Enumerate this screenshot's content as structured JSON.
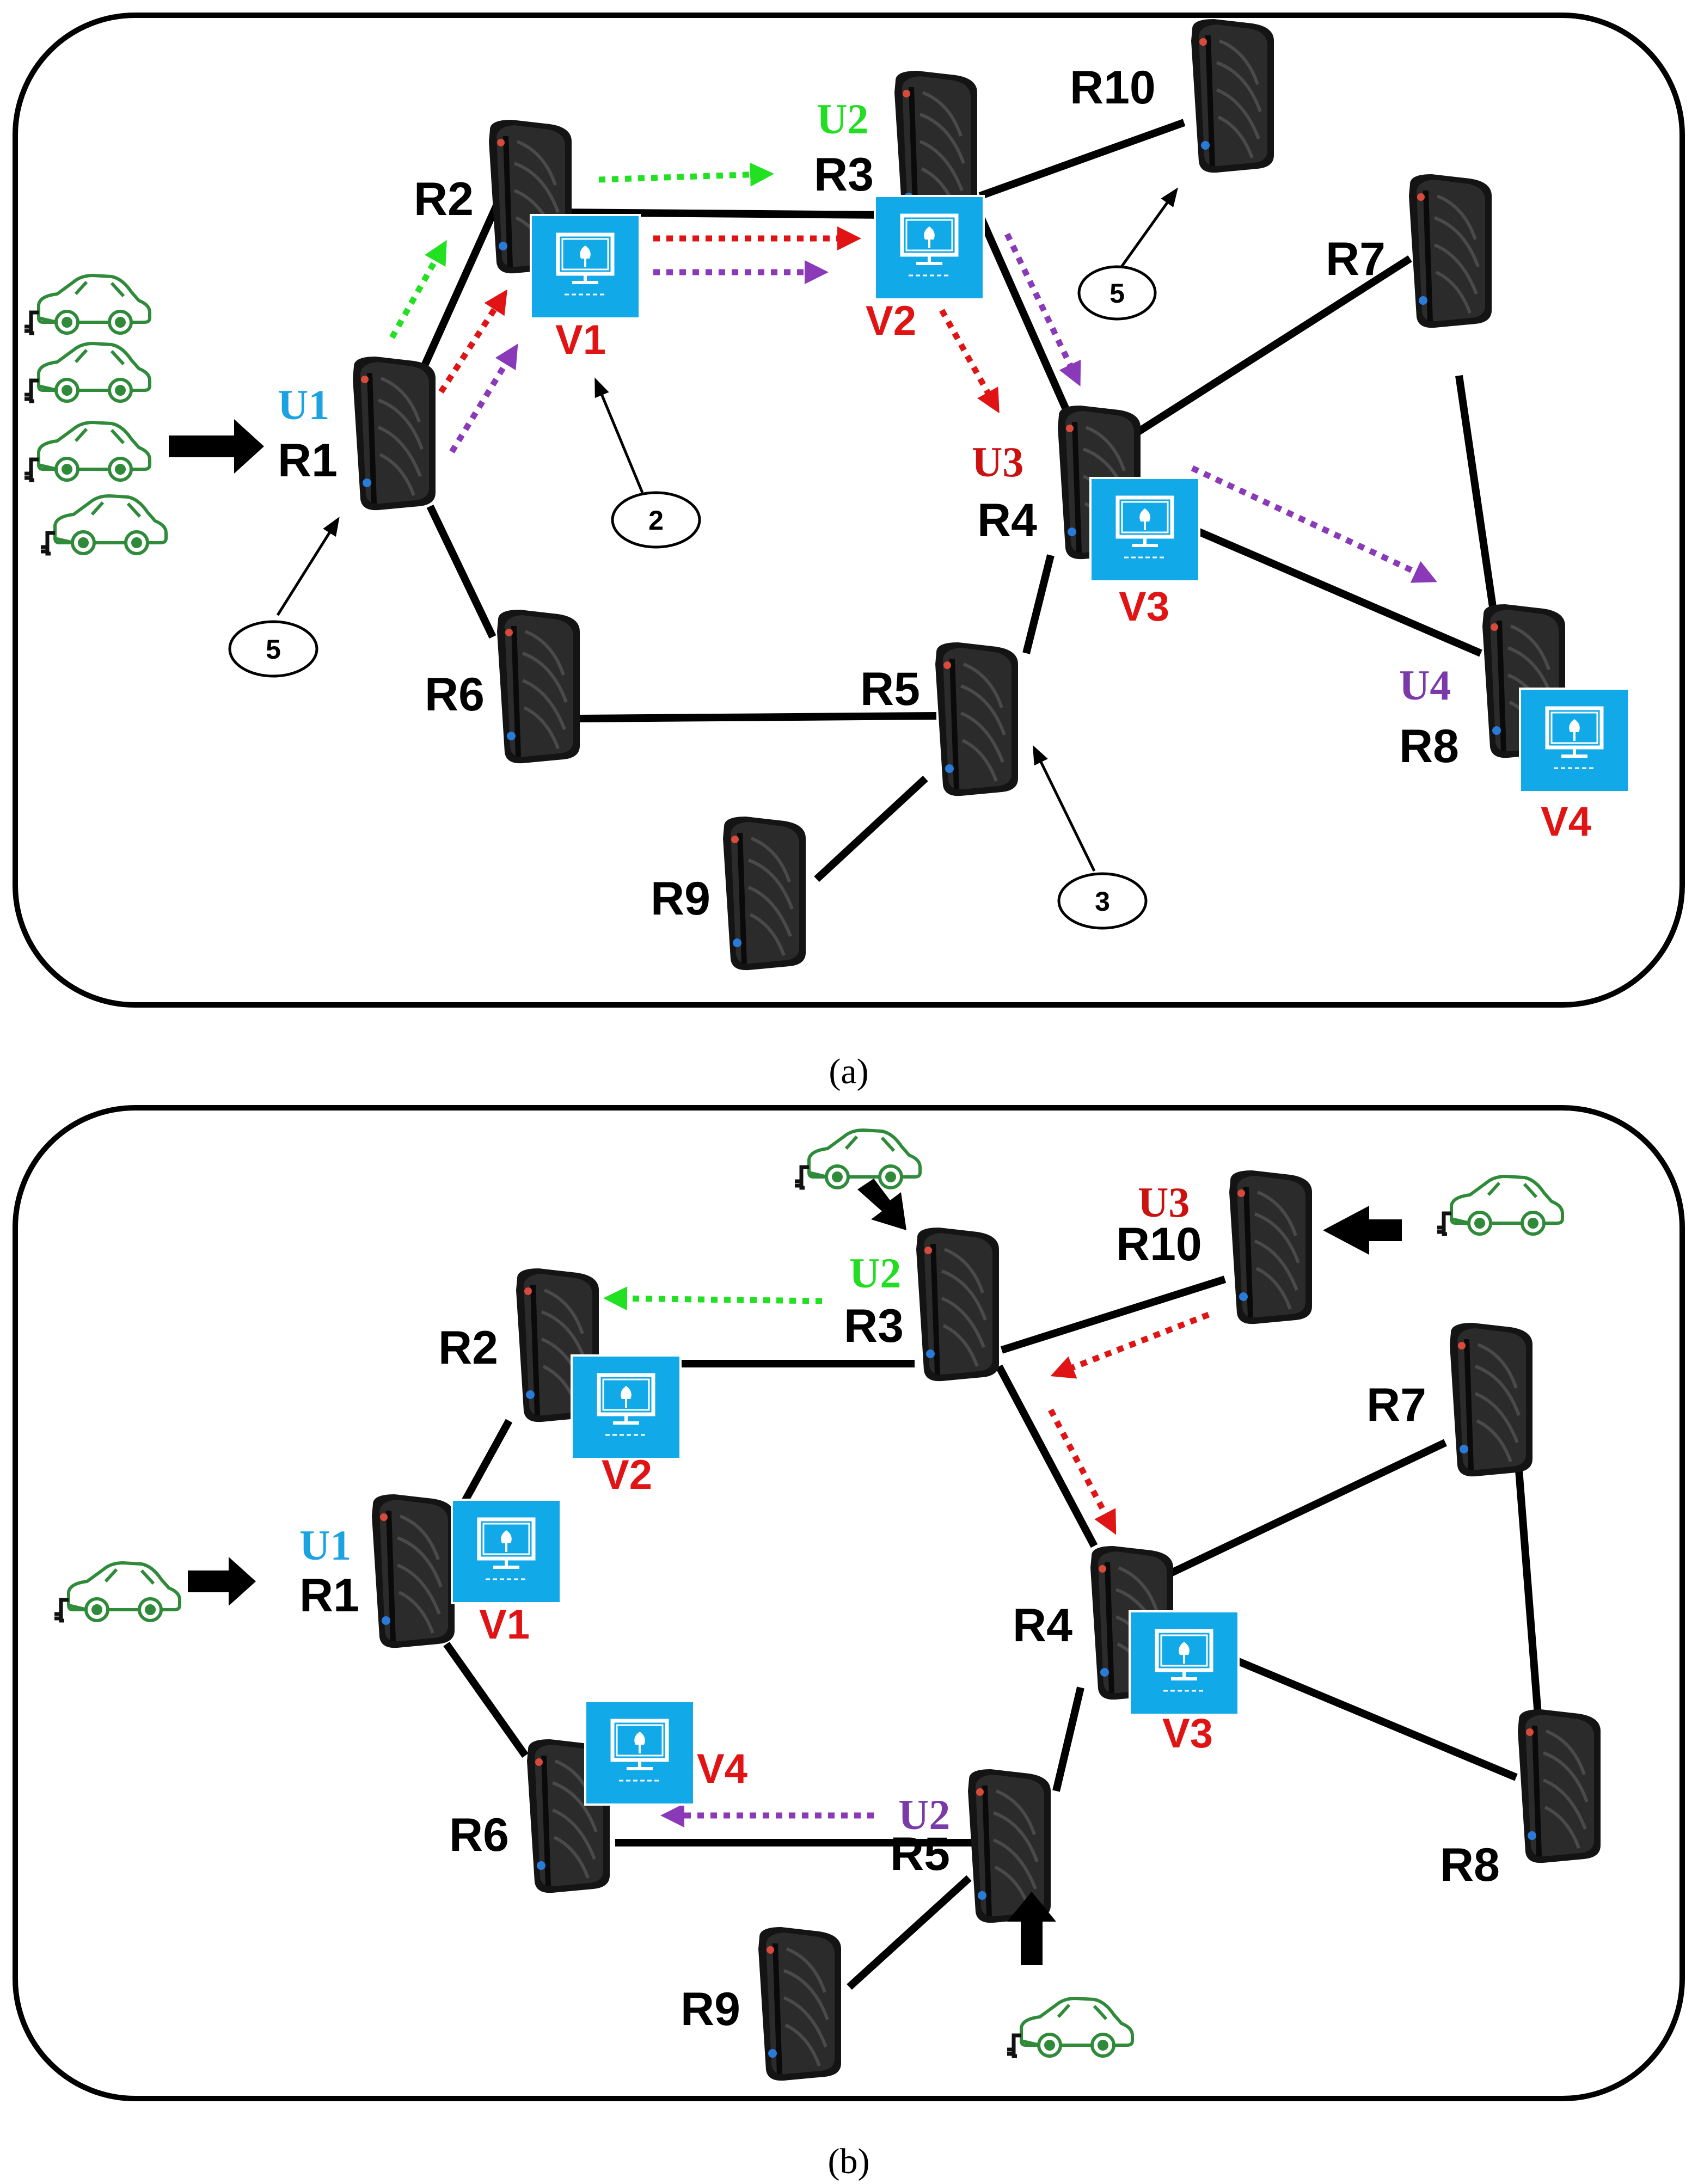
{
  "captions": {
    "a": "(a)",
    "b": "(b)"
  },
  "colors": {
    "U1": "#1aa3e0",
    "U2": "#22dd22",
    "U3": "#cc1111",
    "U4": "#7a3aa8",
    "vm_box": "#12a9e8",
    "vm_label": "#e01414",
    "car": "#2f8a3a",
    "arrow_green": "#22e022",
    "arrow_red": "#e01414",
    "arrow_purple": "#8a3ab8"
  },
  "icons": {
    "router": "router-icon",
    "vm": "vm-monitor-icon",
    "car": "electric-car-icon"
  },
  "panel_a": {
    "routers": [
      {
        "id": "R1",
        "label": "R1"
      },
      {
        "id": "R2",
        "label": "R2"
      },
      {
        "id": "R3",
        "label": "R3"
      },
      {
        "id": "R4",
        "label": "R4"
      },
      {
        "id": "R5",
        "label": "R5"
      },
      {
        "id": "R6",
        "label": "R6"
      },
      {
        "id": "R7",
        "label": "R7"
      },
      {
        "id": "R8",
        "label": "R8"
      },
      {
        "id": "R9",
        "label": "R9"
      },
      {
        "id": "R10",
        "label": "R10"
      }
    ],
    "users": [
      {
        "label": "U1",
        "router": "R1"
      },
      {
        "label": "U2",
        "router": "R3"
      },
      {
        "label": "U3",
        "router": "R4"
      },
      {
        "label": "U4",
        "router": "R8"
      }
    ],
    "vms": [
      {
        "label": "V1",
        "router": "R2"
      },
      {
        "label": "V2",
        "router": "R3"
      },
      {
        "label": "V3",
        "router": "R4"
      },
      {
        "label": "V4",
        "router": "R8"
      }
    ],
    "hop_markers": [
      "5",
      "2",
      "5",
      "3"
    ],
    "links": [
      [
        "R1",
        "R2"
      ],
      [
        "R2",
        "R3"
      ],
      [
        "R3",
        "R10"
      ],
      [
        "R3",
        "R4"
      ],
      [
        "R4",
        "R7"
      ],
      [
        "R4",
        "R8"
      ],
      [
        "R7",
        "R8"
      ],
      [
        "R4",
        "R5"
      ],
      [
        "R1",
        "R6"
      ],
      [
        "R6",
        "R5"
      ],
      [
        "R5",
        "R9"
      ]
    ],
    "car_count": 4
  },
  "panel_b": {
    "routers": [
      {
        "id": "R1",
        "label": "R1"
      },
      {
        "id": "R2",
        "label": "R2"
      },
      {
        "id": "R3",
        "label": "R3"
      },
      {
        "id": "R4",
        "label": "R4"
      },
      {
        "id": "R5",
        "label": "R5"
      },
      {
        "id": "R6",
        "label": "R6"
      },
      {
        "id": "R7",
        "label": "R7"
      },
      {
        "id": "R8",
        "label": "R8"
      },
      {
        "id": "R9",
        "label": "R9"
      },
      {
        "id": "R10",
        "label": "R10"
      }
    ],
    "users": [
      {
        "label": "U1",
        "router": "R1"
      },
      {
        "label": "U2",
        "router": "R3"
      },
      {
        "label": "U3",
        "router": "R10"
      },
      {
        "label": "U2",
        "router": "R5"
      }
    ],
    "vms": [
      {
        "label": "V1",
        "router": "R1"
      },
      {
        "label": "V2",
        "router": "R2"
      },
      {
        "label": "V3",
        "router": "R4"
      },
      {
        "label": "V4",
        "router": "R6"
      }
    ],
    "links": [
      [
        "R1",
        "R2"
      ],
      [
        "R2",
        "R3"
      ],
      [
        "R3",
        "R10"
      ],
      [
        "R3",
        "R4"
      ],
      [
        "R4",
        "R7"
      ],
      [
        "R4",
        "R8"
      ],
      [
        "R7",
        "R8"
      ],
      [
        "R4",
        "R5"
      ],
      [
        "R1",
        "R6"
      ],
      [
        "R6",
        "R5"
      ],
      [
        "R5",
        "R9"
      ]
    ],
    "car_count": 4
  }
}
